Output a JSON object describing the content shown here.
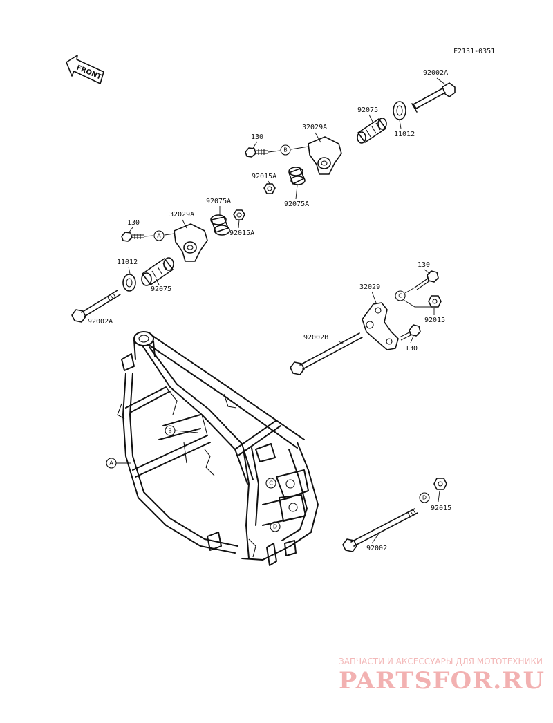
{
  "figure_code": "F2131-0351",
  "direction_label": "FRONT",
  "callouts": [
    {
      "id": "92002A-top",
      "text": "92002A"
    },
    {
      "id": "92075-top",
      "text": "92075"
    },
    {
      "id": "11012-top",
      "text": "11012"
    },
    {
      "id": "130-top",
      "text": "130"
    },
    {
      "id": "32029A-top",
      "text": "32029A"
    },
    {
      "id": "92015A-top",
      "text": "92015A"
    },
    {
      "id": "92075A-top",
      "text": "92075A"
    },
    {
      "id": "92075A-mid",
      "text": "92075A"
    },
    {
      "id": "130-mid",
      "text": "130"
    },
    {
      "id": "32029A-mid",
      "text": "32029A"
    },
    {
      "id": "92015A-mid",
      "text": "92015A"
    },
    {
      "id": "11012-mid",
      "text": "11012"
    },
    {
      "id": "92075-mid",
      "text": "92075"
    },
    {
      "id": "92002A-mid",
      "text": "92002A"
    },
    {
      "id": "130-right-top",
      "text": "130"
    },
    {
      "id": "32029",
      "text": "32029"
    },
    {
      "id": "92015-right",
      "text": "92015"
    },
    {
      "id": "92002B",
      "text": "92002B"
    },
    {
      "id": "130-right-bottom",
      "text": "130"
    },
    {
      "id": "92015-bottom",
      "text": "92015"
    },
    {
      "id": "92002",
      "text": "92002"
    }
  ],
  "markers": {
    "A": "A",
    "B": "B",
    "C": "C",
    "D": "D"
  },
  "watermark": {
    "caption": "ЗАПЧАСТИ И АКСЕССУАРЫ ДЛЯ МОТОТЕХНИКИ",
    "logo": "PARTSFOR.RU"
  }
}
